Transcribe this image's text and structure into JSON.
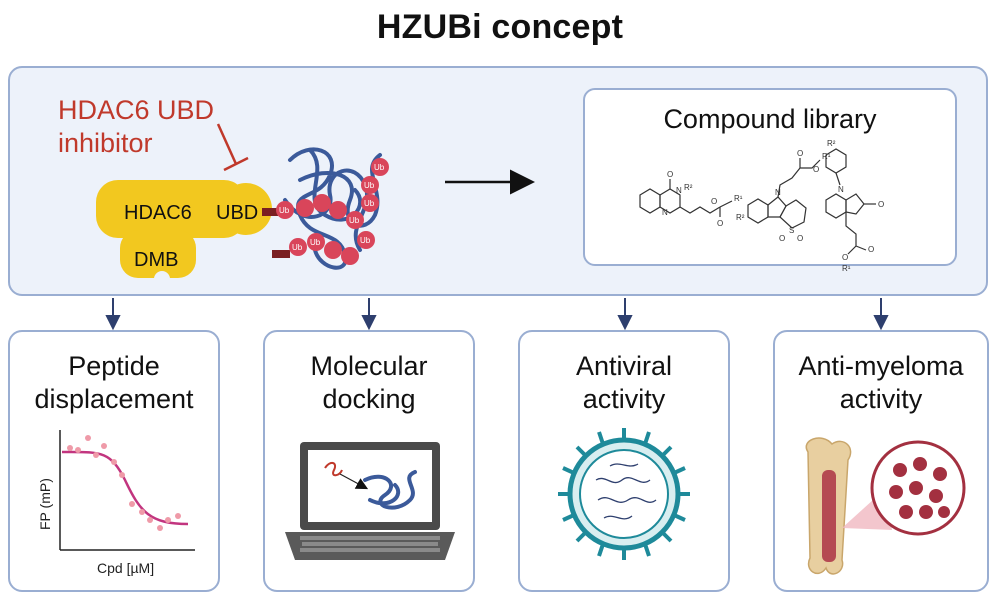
{
  "title": "HZUBi concept",
  "top_panel": {
    "inhibitor_label_line1": "HDAC6 UBD",
    "inhibitor_label_line2": "inhibitor",
    "protein_labels": {
      "hdac6": "HDAC6",
      "ubd": "UBD",
      "dmb": "DMB"
    },
    "ubiquitin_label": "Ub",
    "library": {
      "title": "Compound library",
      "atoms": {
        "oxygen": "O",
        "nitrogen": "N",
        "sulfur": "S",
        "r1": "R¹",
        "r2": "R²"
      }
    }
  },
  "assays": [
    {
      "title_line1": "Peptide",
      "title_line2": "displacement",
      "y_axis": "FP (mP)",
      "x_axis": "Cpd [µM]"
    },
    {
      "title_line1": "Molecular",
      "title_line2": "docking"
    },
    {
      "title_line1": "Antiviral",
      "title_line2": "activity"
    },
    {
      "title_line1": "Anti-myeloma",
      "title_line2": "activity"
    }
  ],
  "colors": {
    "panel_border": "#9aaed2",
    "panel_fill": "#edf2fa",
    "arrow": "#2e3f6e",
    "hdac6": "#f2c81f",
    "ubiquitin": "#d9455a",
    "inhibitor": "#c0392b",
    "curve": "#c2357f",
    "virus": "#1e8a9a",
    "myeloma": "#a33040"
  }
}
